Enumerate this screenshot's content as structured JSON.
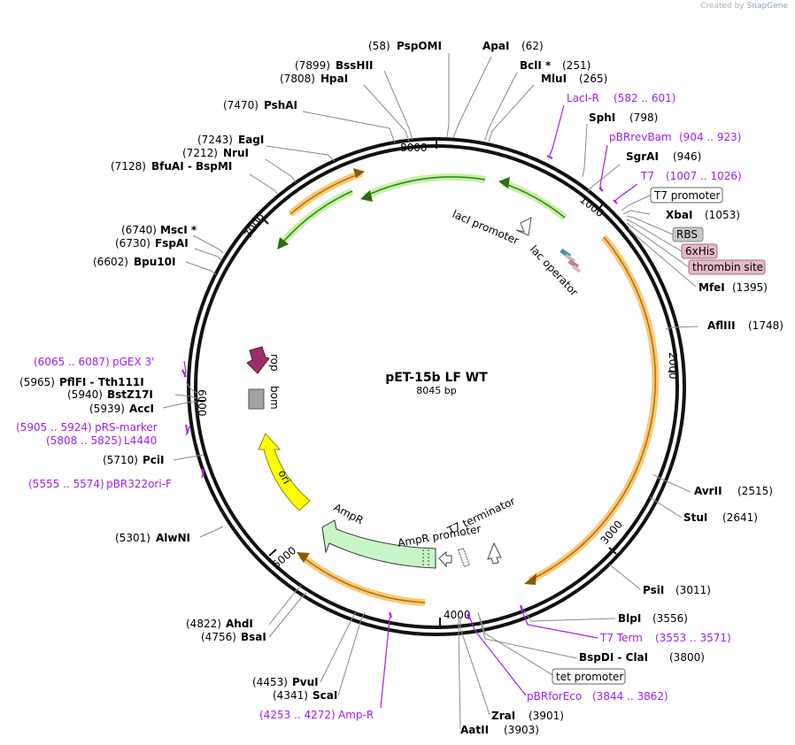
{
  "brand": {
    "prefix": "Created by",
    "name": "SnapGene"
  },
  "map": {
    "name": "pET-15b LF WT",
    "length_label": "8045 bp",
    "ticks": [
      "1000",
      "2000",
      "3000",
      "4000",
      "5000",
      "6000",
      "7000",
      "8000"
    ]
  },
  "sites": [
    {
      "pos": "(58)",
      "name": "PspOMI"
    },
    {
      "pos": "(62)",
      "name": "ApaI"
    },
    {
      "pos": "(7899)",
      "name": "BssHII"
    },
    {
      "pos": "(251)",
      "name": "BclI *"
    },
    {
      "pos": "(7808)",
      "name": "HpaI"
    },
    {
      "pos": "(265)",
      "name": "MluI"
    },
    {
      "pos": "(582 .. 601)",
      "name": "LacI-R",
      "primer": true
    },
    {
      "pos": "(7470)",
      "name": "PshAI"
    },
    {
      "pos": "(798)",
      "name": "SphI"
    },
    {
      "pos": "(904 .. 923)",
      "name": "pBRrevBam",
      "primer": true
    },
    {
      "pos": "(7243)",
      "name": "EagI"
    },
    {
      "pos": "(7212)",
      "name": "NruI"
    },
    {
      "pos": "(946)",
      "name": "SgrAI"
    },
    {
      "pos": "(7128)",
      "name": "BfuAI - BspMI"
    },
    {
      "pos": "(1007 .. 1026)",
      "name": "T7",
      "primer": true
    },
    {
      "pos": "(1053)",
      "name": "XbaI"
    },
    {
      "pos": "(6740)",
      "name": "MscI *"
    },
    {
      "pos": "(6730)",
      "name": "FspAI"
    },
    {
      "pos": "(6602)",
      "name": "Bpu10I"
    },
    {
      "pos": "(1395)",
      "name": "MfeI"
    },
    {
      "pos": "(1748)",
      "name": "AflIII"
    },
    {
      "pos": "(6065 .. 6087)",
      "name": "pGEX 3'",
      "primer": true
    },
    {
      "pos": "(5965)",
      "name": "PflFI - Tth111I"
    },
    {
      "pos": "(5940)",
      "name": "BstZ17I"
    },
    {
      "pos": "(5939)",
      "name": "AccI"
    },
    {
      "pos": "(5905 .. 5924)",
      "name": "pRS-marker",
      "primer": true
    },
    {
      "pos": "(5808 .. 5825)",
      "name": "L4440",
      "primer": true
    },
    {
      "pos": "(5710)",
      "name": "PciI"
    },
    {
      "pos": "(5555 .. 5574)",
      "name": "pBR322ori-F",
      "primer": true
    },
    {
      "pos": "(2515)",
      "name": "AvrII"
    },
    {
      "pos": "(2641)",
      "name": "StuI"
    },
    {
      "pos": "(5301)",
      "name": "AlwNI"
    },
    {
      "pos": "(3011)",
      "name": "PsiI"
    },
    {
      "pos": "(3556)",
      "name": "BlpI"
    },
    {
      "pos": "(4822)",
      "name": "AhdI"
    },
    {
      "pos": "(3553 .. 3571)",
      "name": "T7 Term",
      "primer": true
    },
    {
      "pos": "(4756)",
      "name": "BsaI"
    },
    {
      "pos": "(3800)",
      "name": "BspDI - ClaI"
    },
    {
      "pos": "(4453)",
      "name": "PvuI"
    },
    {
      "pos": "(3844 .. 3862)",
      "name": "pBRforEco",
      "primer": true
    },
    {
      "pos": "(4341)",
      "name": "ScaI"
    },
    {
      "pos": "(3901)",
      "name": "ZraI"
    },
    {
      "pos": "(4253 .. 4272)",
      "name": "Amp-R",
      "primer": true
    },
    {
      "pos": "(3903)",
      "name": "AatII"
    }
  ],
  "boxed_features": {
    "t7_promoter": "T7 promoter",
    "rbs": "RBS",
    "his": "6xHis",
    "thrombin": "thrombin site",
    "tet_promoter": "tet promoter"
  },
  "inner_features": {
    "laci_promoter": "lacI promoter",
    "lac_operator": "lac operator",
    "rop": "rop",
    "bom": "bom",
    "ori": "ori",
    "ampr": "AmpR",
    "ampr_promoter": "AmpR promoter",
    "t7_terminator": "T7 terminator"
  },
  "colors": {
    "primer": "#a020f0",
    "orange_orf": "#f5a623",
    "green_orf": "#2e8b1e",
    "rop": "#9b2d6b",
    "bom": "#a0a4a8",
    "ori": "#ffff00",
    "ampr": "#c8f5c8",
    "rbs_box": "#c8c8c8",
    "tag_box": "#e6b8c8"
  }
}
